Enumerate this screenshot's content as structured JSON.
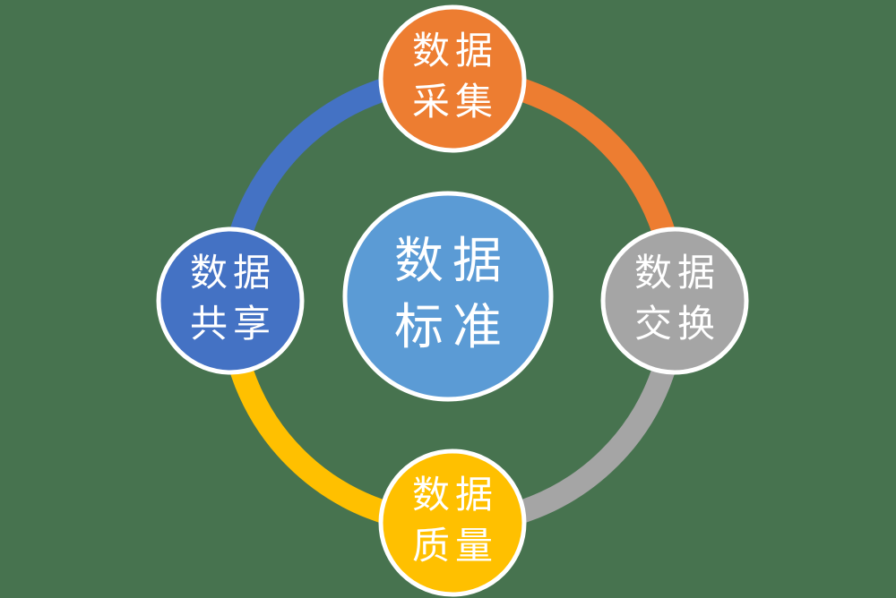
{
  "background": {
    "color": "#47734F"
  },
  "colors": {
    "node_border": "#FFFFFF",
    "text": "#FFFFFF"
  },
  "center_node": {
    "id": "data-standard",
    "label": "数据\n标准",
    "color": "#5B9BD5"
  },
  "nodes": [
    {
      "id": "data-collection",
      "label": "数据\n采集",
      "color": "#ED7D31",
      "position": "top"
    },
    {
      "id": "data-exchange",
      "label": "数据\n交换",
      "color": "#A5A5A5",
      "position": "right"
    },
    {
      "id": "data-quality",
      "label": "数据\n质量",
      "color": "#FFC000",
      "position": "bottom"
    },
    {
      "id": "data-sharing",
      "label": "数据\n共享",
      "color": "#4472C4",
      "position": "left"
    }
  ],
  "ring": {
    "segments": [
      {
        "from": "data-sharing",
        "to": "data-collection",
        "color": "#4472C4"
      },
      {
        "from": "data-collection",
        "to": "data-exchange",
        "color": "#ED7D31"
      },
      {
        "from": "data-exchange",
        "to": "data-quality",
        "color": "#A5A5A5"
      },
      {
        "from": "data-quality",
        "to": "data-sharing",
        "color": "#FFC000"
      }
    ]
  }
}
